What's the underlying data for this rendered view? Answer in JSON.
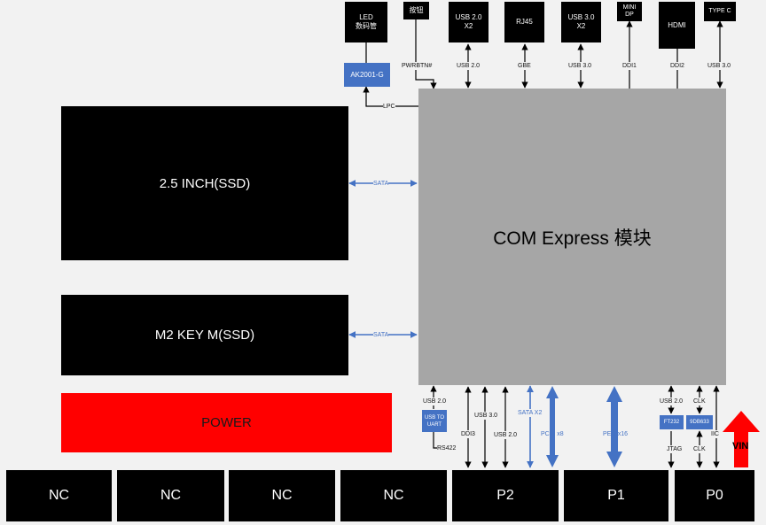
{
  "module": {
    "title": "COM Express 模块"
  },
  "blocks": {
    "ssd25": "2.5 INCH(SSD)",
    "m2": "M2 KEY M(SSD)",
    "power": "POWER"
  },
  "top_boxes": {
    "led": "LED\n数码管",
    "button": "按钮",
    "usb2x2": "USB 2.0\nX2",
    "rj45": "RJ45",
    "usb3x2": "USB 3.0\nX2",
    "minidp": "MINI\nDP",
    "hdmi": "HDMI",
    "typec": "TYPE C"
  },
  "chips": {
    "ak2001g": "AK2001-G",
    "usb_uart": "USB TO\nUART",
    "ft232": "FT232",
    "chip_9db": "9DB633"
  },
  "bottom_connectors": [
    "NC",
    "NC",
    "NC",
    "NC",
    "P2",
    "P1",
    "P0"
  ],
  "signals": {
    "pwrbtn": "PWRBTN#",
    "usb20_top": "USB 2.0",
    "gbe": "GBE",
    "usb30_top": "USB 3.0",
    "ddi1": "DDI1",
    "ddi2": "DDI2",
    "usb30_typec": "USB 3.0",
    "lpc": "LPC",
    "sata1": "SATA",
    "sata2": "SATA",
    "usb20_bot": "USB 2.0",
    "rs422": "RS422",
    "ddi3": "DDI3",
    "usb30_bot": "USB 3.0",
    "usb20_p2": "USB 2.0",
    "sata_x2": "SATA X2",
    "pcie_x8": "PCIE x8",
    "peg_x16": "PEG x16",
    "usb20_p0": "USB 2.0",
    "jtag": "JTAG",
    "clk_top": "CLK",
    "clk_bot": "CLK",
    "iic": "IIC",
    "vin": "VIN"
  },
  "colors": {
    "background": "#f2f2f2",
    "block": "#000000",
    "module": "#a6a6a6",
    "power": "#ff0000",
    "chip": "#4472c4"
  }
}
